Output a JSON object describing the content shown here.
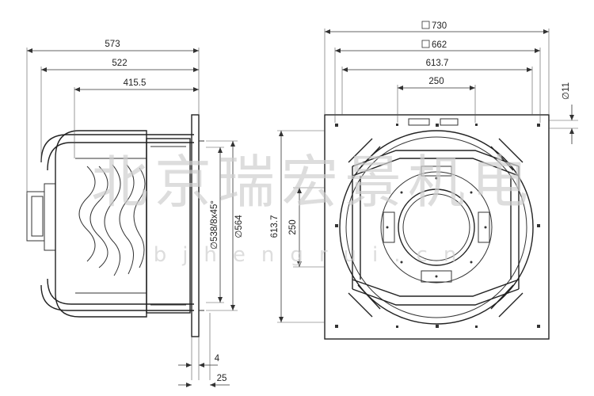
{
  "side_view": {
    "dims": {
      "overall_length": "573",
      "length_522": "522",
      "length_415": "415.5",
      "dia_bolt_circle": "∅538/8x45°",
      "dia_outer": "∅564",
      "flange_thk": "4",
      "flange_ext": "25"
    }
  },
  "front_view": {
    "dims": {
      "square_730": "730",
      "square_662": "662",
      "width_6137": "613.7",
      "width_250": "250",
      "hole_dia": "∅11",
      "height_6137": "613.7",
      "height_250": "250"
    }
  },
  "watermark": {
    "cn": "北京瑞宏景机电",
    "url": "bjhengrui.cn"
  },
  "colors": {
    "line": "#333333",
    "watermark": "#cfcfcf"
  }
}
